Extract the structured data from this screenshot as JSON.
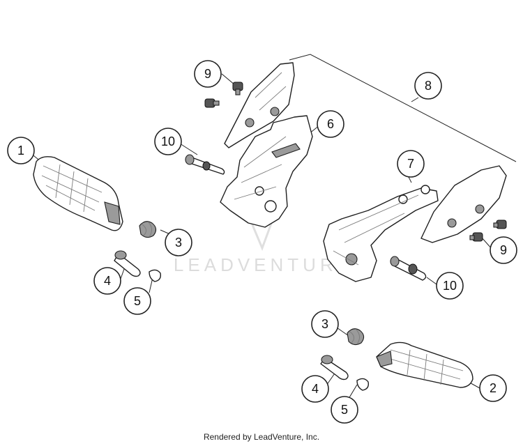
{
  "callouts": [
    {
      "id": "c1",
      "label": "1"
    },
    {
      "id": "c2",
      "label": "2"
    },
    {
      "id": "c3a",
      "label": "3"
    },
    {
      "id": "c3b",
      "label": "3"
    },
    {
      "id": "c4a",
      "label": "4"
    },
    {
      "id": "c4b",
      "label": "4"
    },
    {
      "id": "c5a",
      "label": "5"
    },
    {
      "id": "c5b",
      "label": "5"
    },
    {
      "id": "c6",
      "label": "6"
    },
    {
      "id": "c7",
      "label": "7"
    },
    {
      "id": "c8",
      "label": "8"
    },
    {
      "id": "c9a",
      "label": "9"
    },
    {
      "id": "c9b",
      "label": "9"
    },
    {
      "id": "c10a",
      "label": "10"
    },
    {
      "id": "c10b",
      "label": "10"
    }
  ],
  "watermark": "LEADVENTURE",
  "footer": "Rendered by LeadVenture, Inc."
}
